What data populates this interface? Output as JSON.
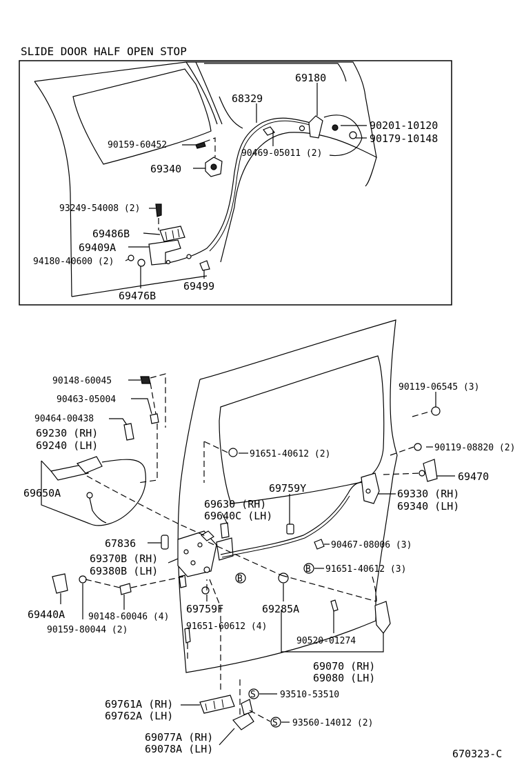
{
  "diagram": {
    "title": "SLIDE DOOR HALF OPEN STOP",
    "figure_code": "670323-C",
    "top_labels": {
      "p69180": "69180",
      "p68329": "68329",
      "p90201": "90201-10120",
      "p90179": "90179-10148",
      "p90159_60452": "90159-60452",
      "p90469": "90469-05011 (2)",
      "p69340": "69340",
      "p93249": "93249-54008 (2)",
      "p69486B": "69486B",
      "p69409A": "69409A",
      "p94180": "94180-40600 (2)",
      "p69476B": "69476B",
      "p69499": "69499"
    },
    "bottom_labels": {
      "p90148_60045": "90148-60045",
      "p90463": "90463-05004",
      "p90464": "90464-00438",
      "p69230": "69230 (RH)",
      "p69240": "69240 (LH)",
      "p69650A": "69650A",
      "p90119_06545": "90119-06545 (3)",
      "p90119_08820": "90119-08820 (2)",
      "p69470": "69470",
      "p91651_40612_2": "91651-40612 (2)",
      "p69759Y": "69759Y",
      "p69330": "69330 (RH)",
      "p69340lh": "69340 (LH)",
      "p69630": "69630  (RH)",
      "p69640C": "69640C (LH)",
      "p67836": "67836",
      "p90467": "90467-08006 (3)",
      "p69370B": "69370B (RH)",
      "p69380B": "69380B (LH)",
      "p91651_40612_3": "91651-40612 (3)",
      "p90148_60046": "90148-60046 (4)",
      "p69759F": "69759F",
      "p69285A": "69285A",
      "p69440A": "69440A",
      "p90159_80044": "90159-80044 (2)",
      "p91651_60612": "91651-60612 (4)",
      "p90520": "90520-01274",
      "p69070": "69070 (RH)",
      "p69080": "69080 (LH)",
      "p93510": "93510-53510",
      "p69761A": "69761A (RH)",
      "p69762A": "69762A (LH)",
      "p93560": "93560-14012 (2)",
      "p69077A": "69077A (RH)",
      "p69078A": "69078A (LH)"
    },
    "symbols": {
      "s": "S",
      "b": "B"
    }
  }
}
